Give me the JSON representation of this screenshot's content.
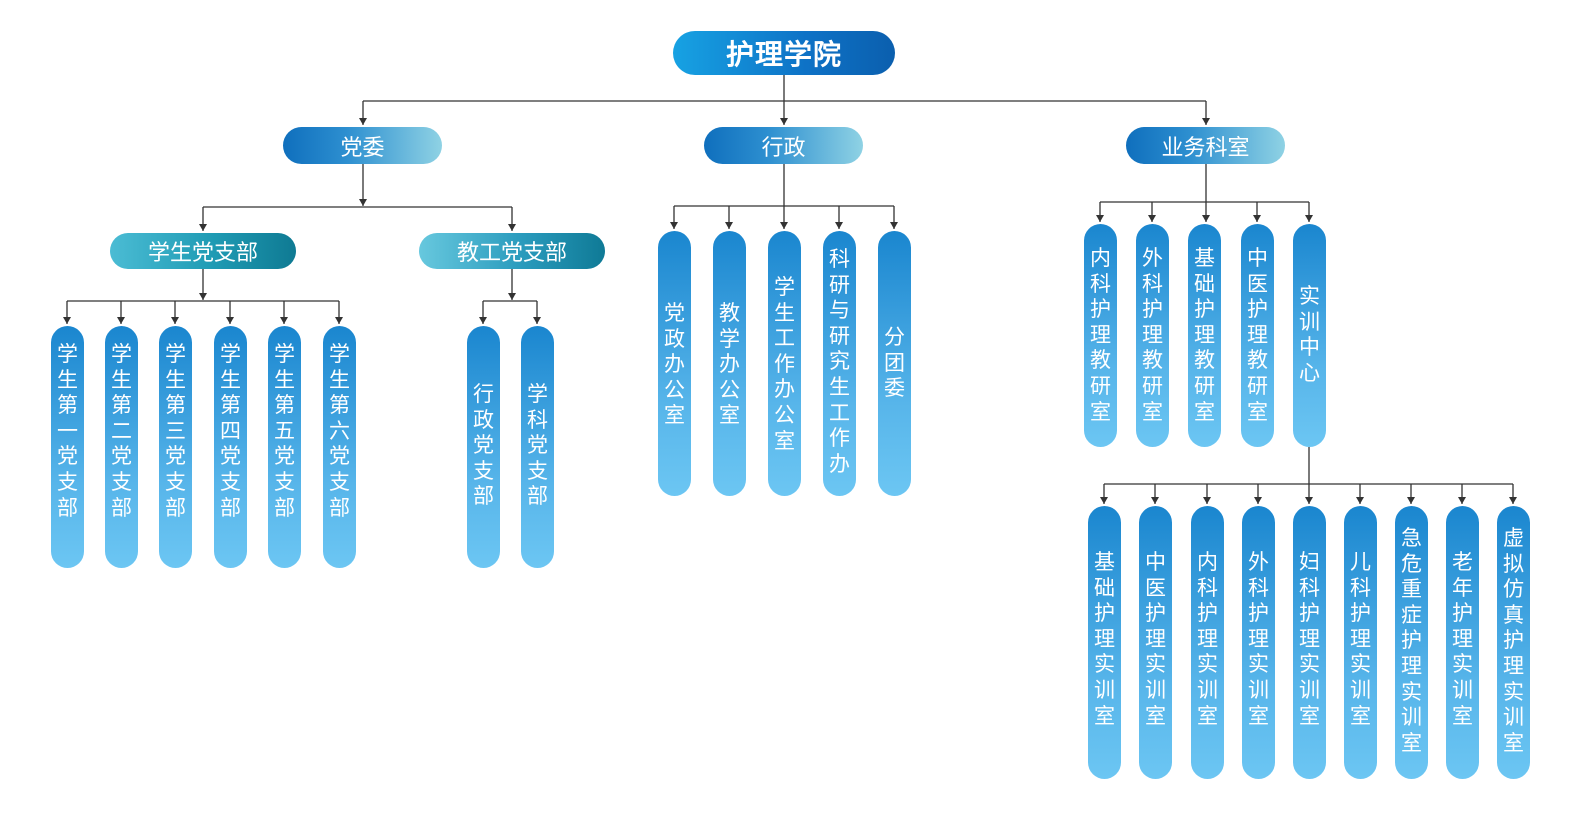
{
  "root": {
    "label": "护理学院"
  },
  "party_committee": {
    "label": "党委",
    "student_branch": {
      "label": "学生党支部",
      "children": [
        "学生第一党支部",
        "学生第二党支部",
        "学生第三党支部",
        "学生第四党支部",
        "学生第五党支部",
        "学生第六党支部"
      ]
    },
    "staff_branch": {
      "label": "教工党支部",
      "children": [
        "行政党支部",
        "学科党支部"
      ]
    }
  },
  "administration": {
    "label": "行政",
    "children": [
      "党政办公室",
      "教学办公室",
      "学生工作办公室",
      "科研与研究生工作办",
      "分团委"
    ]
  },
  "business_departments": {
    "label": "业务科室",
    "children": [
      "内科护理教研室",
      "外科护理教研室",
      "基础护理教研室",
      "中医护理教研室",
      "实训中心"
    ],
    "training_center": {
      "children": [
        "基础护理实训室",
        "中医护理实训室",
        "内科护理实训室",
        "外科护理实训室",
        "妇科护理实训室",
        "儿科护理实训室",
        "急危重症护理实训室",
        "老年护理实训室",
        "虚拟仿真护理实训室"
      ]
    }
  },
  "colors": {
    "line": "#333333",
    "deep_blue": "#0b5fae",
    "light_blue": "#6cc6f3",
    "teal": "#1f9bb4"
  }
}
